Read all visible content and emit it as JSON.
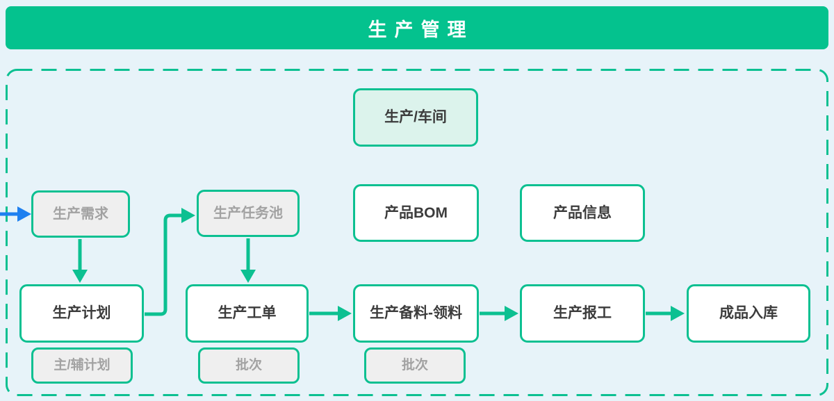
{
  "header": {
    "title": "生产管理"
  },
  "colors": {
    "green": "#0cc091",
    "header_green": "#04c28e",
    "blue": "#1e80f0",
    "bg": "#e7f3f9",
    "mint_fill": "#dcf3ec",
    "gray_fill": "#efefef",
    "gray_text": "#a2a2a2",
    "dark_text": "#3c3c3c"
  },
  "diagram": {
    "nodes": {
      "shop_floor": "生产/车间",
      "demand": "生产需求",
      "task_pool": "生产任务池",
      "bom": "产品BOM",
      "product_info": "产品信息",
      "plan": "生产计划",
      "work_order": "生产工单",
      "material": "生产备料-领料",
      "report": "生产报工",
      "stock_in": "成品入库",
      "plan_sub": "主/辅计划",
      "batch_1": "批次",
      "batch_2": "批次"
    },
    "arrows": [
      "external-to-demand",
      "demand-to-plan",
      "plan-to-task-pool",
      "task-pool-to-work-order",
      "work-order-to-material",
      "material-to-report",
      "report-to-stock-in"
    ]
  }
}
